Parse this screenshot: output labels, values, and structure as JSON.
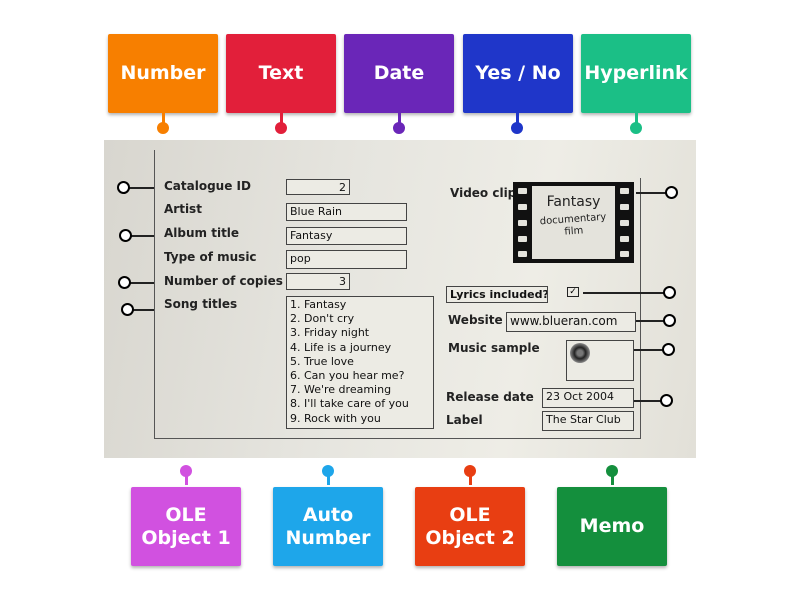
{
  "top_labels": [
    {
      "text": "Number",
      "color": "#f77f00"
    },
    {
      "text": "Text",
      "color": "#e21f3a"
    },
    {
      "text": "Date",
      "color": "#6a26b8"
    },
    {
      "text": "Yes / No",
      "color": "#1f36c9"
    },
    {
      "text": "Hyperlink",
      "color": "#1bbf86"
    }
  ],
  "bottom_labels": [
    {
      "text": "OLE Object 1",
      "color": "#d151e0"
    },
    {
      "text": "Auto Number",
      "color": "#1ea6ea"
    },
    {
      "text": "OLE Object 2",
      "color": "#e83e12"
    },
    {
      "text": "Memo",
      "color": "#148f3d"
    }
  ],
  "form": {
    "catalogue_id": {
      "label": "Catalogue ID",
      "value": "2"
    },
    "artist": {
      "label": "Artist",
      "value": "Blue Rain"
    },
    "album_title": {
      "label": "Album title",
      "value": "Fantasy"
    },
    "type_of_music": {
      "label": "Type of music",
      "value": "pop"
    },
    "number_of_copies": {
      "label": "Number of copies",
      "value": "3"
    },
    "song_titles": {
      "label": "Song titles",
      "values": [
        "1. Fantasy",
        "2. Don't cry",
        "3. Friday night",
        "4. Life is a journey",
        "5. True love",
        "6. Can you hear me?",
        "7. We're dreaming",
        "8. I'll take care of you",
        "9. Rock with you"
      ]
    },
    "video_clip": {
      "label": "Video clip",
      "title": "Fantasy",
      "subtitle": "documentary film"
    },
    "lyrics_included": {
      "label": "Lyrics included?",
      "checked": true
    },
    "website": {
      "label": "Website",
      "value": "www.blueran.com"
    },
    "music_sample": {
      "label": "Music sample"
    },
    "release_date": {
      "label": "Release date",
      "value": "23 Oct 2004"
    },
    "record_label": {
      "label": "Label",
      "value": "The Star Club"
    }
  }
}
